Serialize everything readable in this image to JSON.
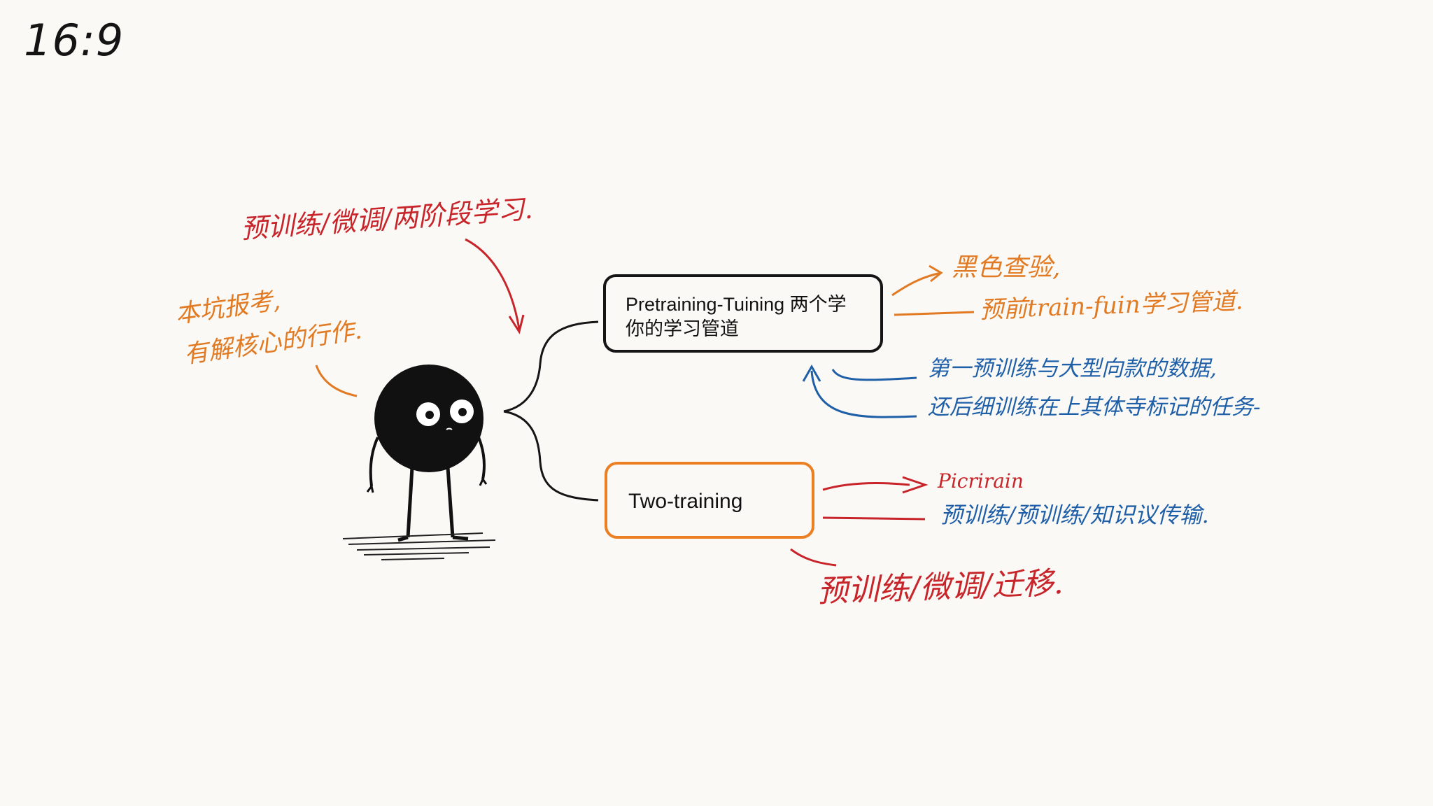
{
  "aspect_label": "16:9",
  "colors": {
    "red": "#c8252b",
    "orange": "#e17a22",
    "blue": "#1f5fa8",
    "ink": "#151515"
  },
  "top_note": "预训练/微调/两阶段学习.",
  "left_note": {
    "line1": "本坑报考,",
    "line2": "有解核心的行作."
  },
  "box_pretraining": {
    "line1": "Pretraining-Tuining 两个学",
    "line2": "你的学习管道"
  },
  "box_two_training": {
    "label": "Two-training"
  },
  "right_notes": {
    "orange_1": "黑色查验,",
    "orange_2": "预前train-fuin学习管道.",
    "blue_1": "第一预训练与大型向款的数据,",
    "blue_2": "还后细训练在上其体寺标记的任务-",
    "red_small": "Picrirain",
    "blue_3": "预训练/预训练/知识议传输.",
    "bottom_red": "预训练/微调/迁移."
  }
}
